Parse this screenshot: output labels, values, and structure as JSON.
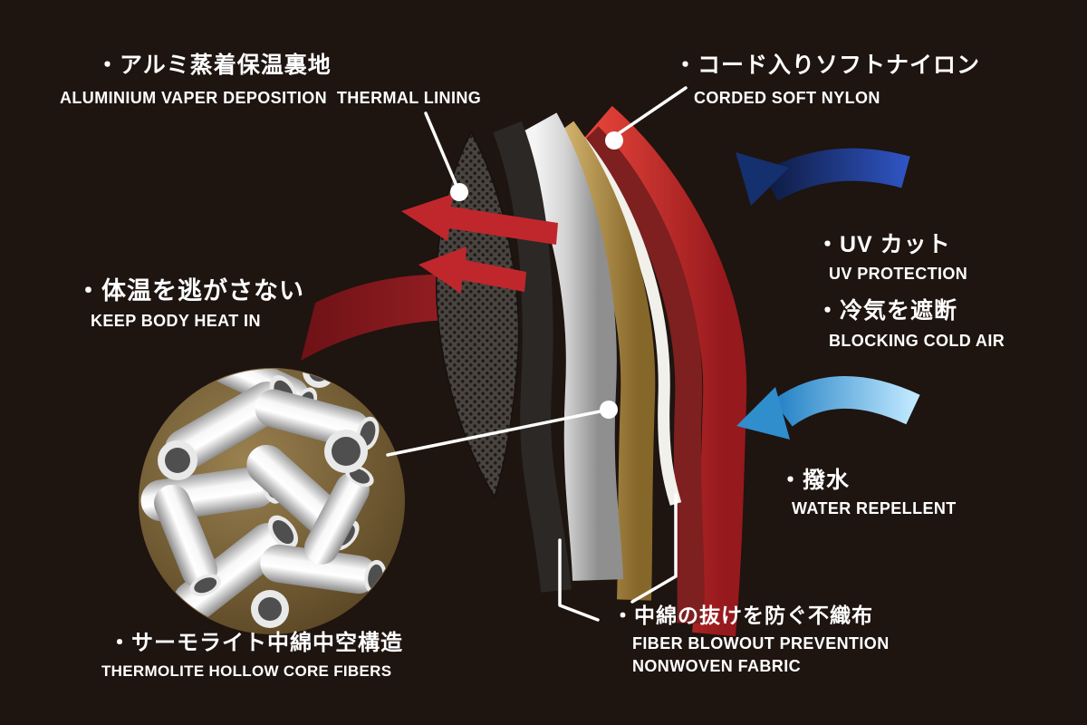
{
  "diagram_title": "garment-fabric-layer-construction",
  "colors": {
    "background": "#1e1410",
    "accent_red": "#c0272d",
    "heat_ribbon_red": "#8c1c20",
    "uv_navy": "#16275d",
    "cold_air_blue": "#5fb8e8",
    "callout_white": "#ffffff",
    "fiber_circle_brown": "#6f5a30",
    "tube_gray": "#e9e9e9"
  },
  "layers": [
    {
      "name": "aluminium-vapor-deposition-thermal-lining-mesh",
      "color": "#4a4440"
    },
    {
      "name": "inner-liner-dark",
      "color": "#2b2826"
    },
    {
      "name": "thermolite-insulation-silver",
      "color": "#d2d2d2"
    },
    {
      "name": "nonwoven-fabric-tan",
      "color": "#b3914d"
    },
    {
      "name": "nonwoven-fabric-white",
      "color": "#f2f0ea"
    },
    {
      "name": "inner-shell-dark-red",
      "color": "#7e1f20"
    },
    {
      "name": "corded-soft-nylon-red",
      "color": "#c0272d"
    }
  ],
  "callouts": {
    "thermal_lining": {
      "jp": "・アルミ蒸着保温裏地",
      "en": "ALUMINIUM VAPER DEPOSITION  THERMAL LINING"
    },
    "corded_nylon": {
      "jp": "・コード入りソフトナイロン",
      "en": "CORDED SOFT NYLON"
    },
    "keep_heat": {
      "jp": "・体温を逃がさない",
      "en": "KEEP BODY HEAT IN"
    },
    "uv_protection": {
      "jp": "・UV カット",
      "en": "UV PROTECTION"
    },
    "blocking_cold": {
      "jp": "・冷気を遮断",
      "en": "BLOCKING COLD AIR"
    },
    "water_repellent": {
      "jp": "・撥水",
      "en": "WATER REPELLENT"
    },
    "nonwoven": {
      "jp": "・中綿の抜けを防ぐ不織布",
      "en_line1": "FIBER BLOWOUT PREVENTION",
      "en_line2": "NONWOVEN FABRIC"
    },
    "thermolite": {
      "jp": "・サーモライト中綿中空構造",
      "en": "THERMOLITE HOLLOW CORE FIBERS"
    }
  }
}
